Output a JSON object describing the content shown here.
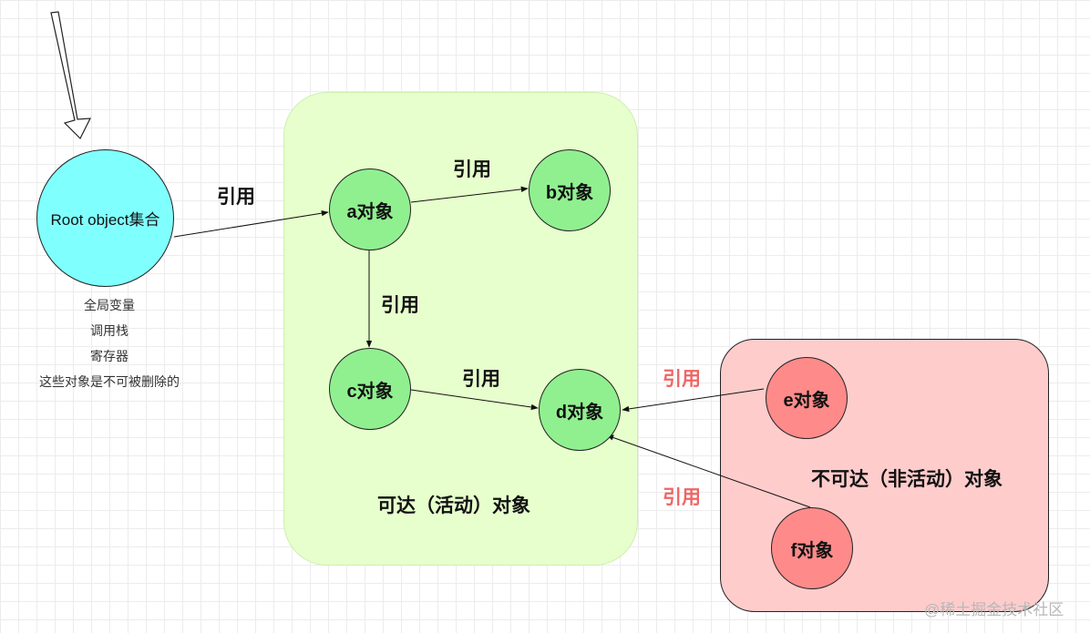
{
  "root": {
    "label": "Root object集合",
    "captions": [
      "全局变量",
      "调用栈",
      "寄存器",
      "这些对象是不可被删除的"
    ]
  },
  "nodes": {
    "a": "a对象",
    "b": "b对象",
    "c": "c对象",
    "d": "d对象",
    "e": "e对象",
    "f": "f对象"
  },
  "edges": {
    "root_a": "引用",
    "a_b": "引用",
    "a_c": "引用",
    "c_d": "引用",
    "e_d": "引用",
    "f_d": "引用"
  },
  "regions": {
    "reachable": "可达（活动）对象",
    "unreachable": "不可达（非活动）对象"
  },
  "watermark": "@稀土掘金技术社区",
  "colors": {
    "root_fill": "#80ffff",
    "reachable_fill": "#e6ffcc",
    "reachable_node": "#90f090",
    "unreachable_fill": "#ffcccc",
    "unreachable_node": "#ff8a8a",
    "red_label": "#ee6666"
  }
}
